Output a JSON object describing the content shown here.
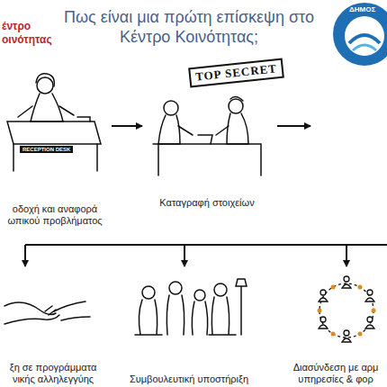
{
  "diagram": {
    "title": "Πως είναι μια πρώτη επίσκεψη στο Κέντρο Κοινότητας;",
    "nodes": [
      {
        "text": [
          "οδοχή και αναφορά ωπικού προβλήματος"
        ]
      },
      {
        "text": [
          "Καταγραφή στοιχείων"
        ]
      },
      {
        "text": [
          "ξη σε προγράμματα νικής αλληλεγγύης"
        ]
      },
      {
        "text": [
          "Συμβουλευτική υποστήριξη"
        ]
      },
      {
        "text": [
          "Διασύνδεση με αρμ υπηρεσίες & φορ"
        ]
      }
    ],
    "edges": [
      {
        "from": 0,
        "to": 1,
        "arrow": "to"
      }
    ],
    "labels": [
      "έντρο",
      "οινότητας",
      "ΔΗΜΟΣ",
      "RECEPTION DESK",
      "TOP SECRET"
    ]
  }
}
